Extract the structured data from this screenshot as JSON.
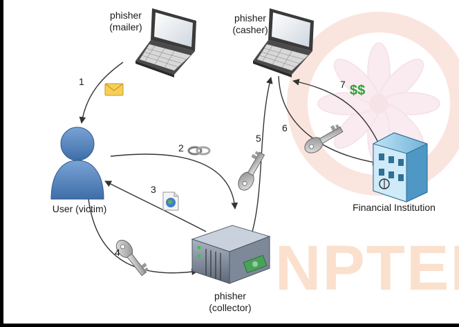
{
  "nodes": {
    "mailer": {
      "line1": "phisher",
      "line2": "(mailer)"
    },
    "casher": {
      "line1": "phisher",
      "line2": "(casher)"
    },
    "victim": {
      "label": "User (victim)"
    },
    "collector": {
      "line1": "phisher",
      "line2": "(collector)"
    },
    "institution": {
      "label": "Financial Institution"
    }
  },
  "steps": [
    "1",
    "2",
    "3",
    "4",
    "5",
    "6",
    "7"
  ],
  "money_label": "$$",
  "watermark": {
    "text": "NPTEL"
  },
  "colors": {
    "arrow": "#333333",
    "money": "#2aa337",
    "victim_blue": "#4f81bd",
    "watermark": "#f6c8a6"
  },
  "icons": [
    "email-icon",
    "link-icon",
    "webpage-icon",
    "key-icon",
    "laptop-icon",
    "server-icon",
    "building-icon",
    "user-icon"
  ]
}
